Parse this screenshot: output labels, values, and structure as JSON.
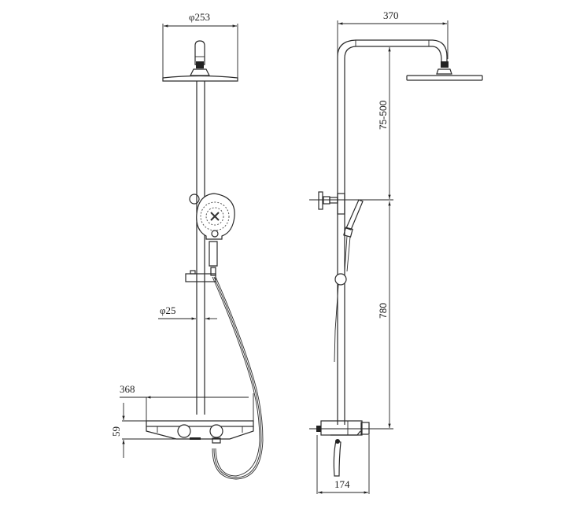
{
  "drawing": {
    "title": "Shower system technical drawing",
    "views": [
      "front-view",
      "side-view"
    ],
    "line_color": "#2a2a2a",
    "background": "#ffffff"
  },
  "front_view": {
    "dimensions": {
      "head_diameter": "φ253",
      "rail_diameter": "φ25",
      "shelf_width": "368",
      "valve_height": "59"
    }
  },
  "side_view": {
    "dimensions": {
      "arm_reach": "370",
      "height_adjust": "75-500",
      "rail_height": "780",
      "valve_depth": "174"
    }
  }
}
